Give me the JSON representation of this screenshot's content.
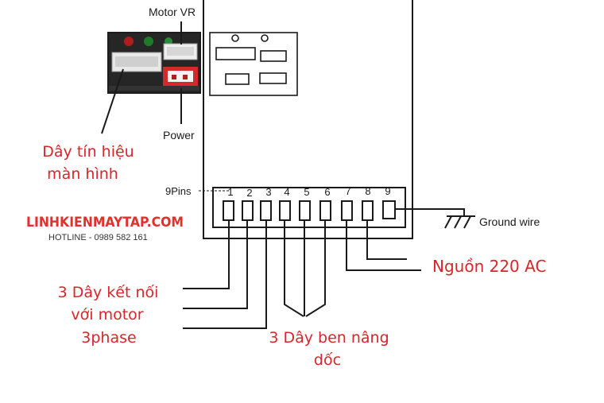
{
  "board": {
    "motor_vr_label": "Motor VR",
    "power_label": "Power",
    "pins_label": "9Pins",
    "pin_numbers": [
      "1",
      "2",
      "3",
      "4",
      "5",
      "6",
      "7",
      "8",
      "9"
    ],
    "ground_label": "Ground wire"
  },
  "annotations": {
    "signal_wire": [
      "Dây tín hiệu",
      "màn hình"
    ],
    "motor_wires": [
      "3 Dây kết nối",
      "với motor",
      "3phase"
    ],
    "incline_wires": [
      "3 Dây ben nâng",
      "dốc"
    ],
    "power_220": "Nguồn 220 AC"
  },
  "brand": {
    "name": "LINHKIENMAYTAP.COM",
    "hotline": "HOTLINE - 0989 582 161"
  },
  "colors": {
    "annotation_red": "#d8262a",
    "brand_red": "#e2302b",
    "line": "#1a1a1a"
  }
}
